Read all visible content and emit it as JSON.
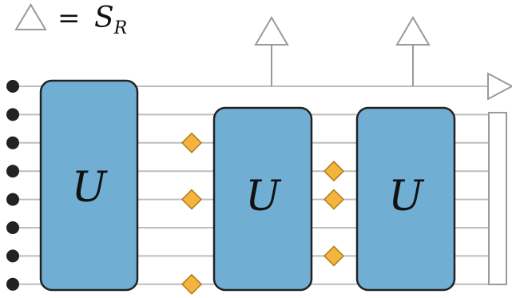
{
  "legend": {
    "symbol": "triangle",
    "equals": "=",
    "label_main": "S",
    "label_sub": "R"
  },
  "wires": {
    "count": 8
  },
  "gates": [
    {
      "label": "U",
      "column": 1,
      "wire_span": [
        1,
        8
      ]
    },
    {
      "label": "U",
      "column": 2,
      "wire_span": [
        2,
        8
      ]
    },
    {
      "label": "U",
      "column": 3,
      "wire_span": [
        2,
        8
      ]
    }
  ],
  "measurements": [
    {
      "column": "between-1-2",
      "wires": [
        3,
        5,
        8
      ]
    },
    {
      "column": "between-2-3",
      "wires": [
        4,
        5,
        7
      ]
    }
  ],
  "output_arrows": [
    {
      "wire": 1,
      "label": ""
    },
    {
      "wire": 1,
      "label": ""
    }
  ],
  "colors": {
    "gate_fill": "#71aed4",
    "gate_stroke": "#222222",
    "wire": "#bdbdbd",
    "node": "#222222",
    "diamond_fill": "#f5b43c",
    "diamond_stroke": "#b07a1c",
    "triangle_stroke": "#9a9a9a",
    "triangle_fill": "#ffffff"
  }
}
